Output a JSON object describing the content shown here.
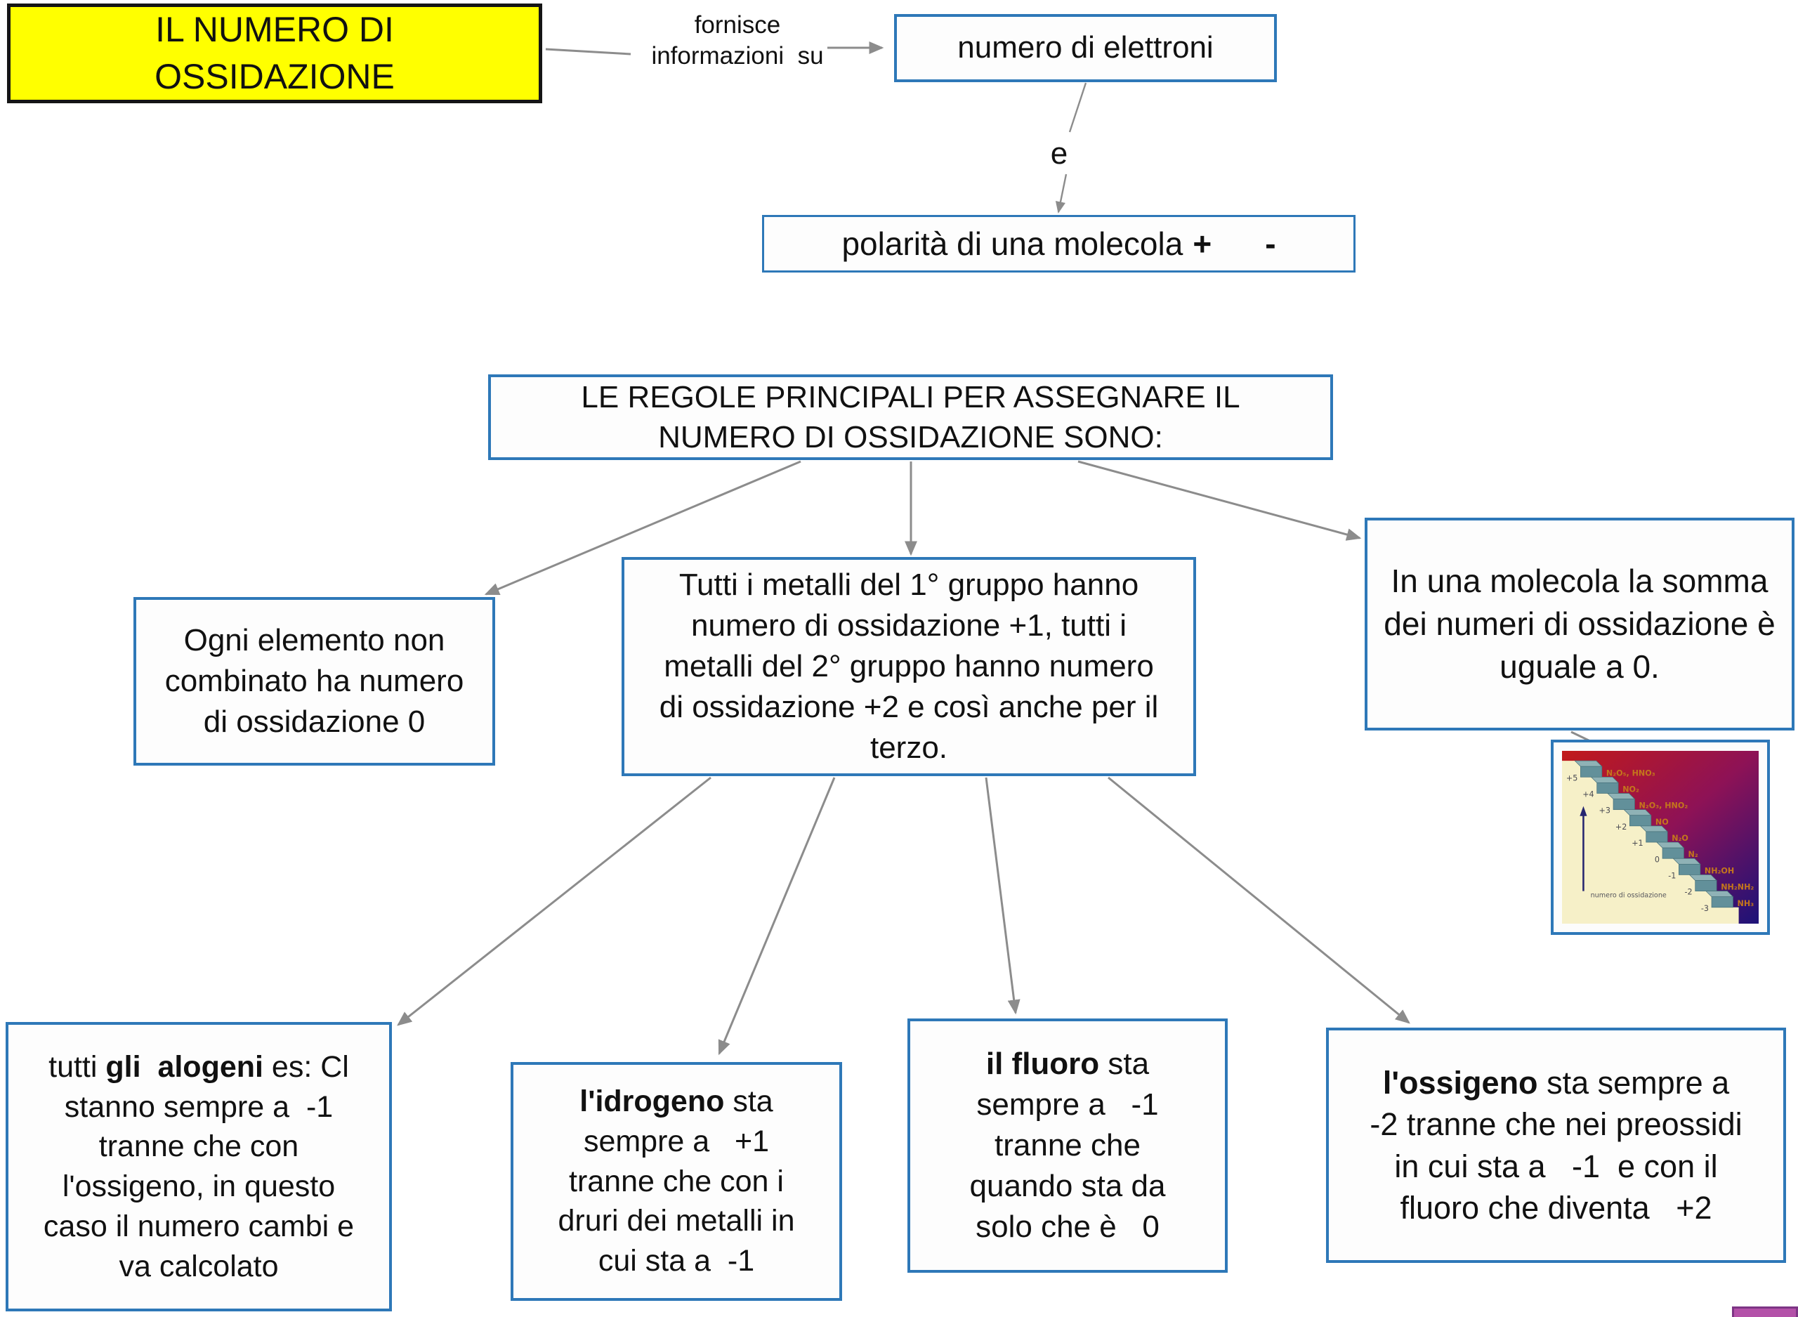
{
  "map": {
    "title": "IL NUMERO DI\nOSSIDAZIONE",
    "labels": {
      "fornisce": "fornisce\ninformazioni  su",
      "e": "e"
    },
    "nodes": {
      "elettroni": "numero di elettroni",
      "polarita": {
        "text": "polarità di una molecola",
        "plus": "+",
        "minus": "-"
      },
      "regole": "LE REGOLE PRINCIPALI PER ASSEGNARE IL\nNUMERO DI OSSIDAZIONE SONO:",
      "elemento": "Ogni elemento non\ncombinato ha numero\ndi ossidazione 0",
      "metalli": "Tutti i metalli del 1° gruppo hanno\nnumero di ossidazione +1, tutti i\nmetalli del 2° gruppo hanno numero\ndi ossidazione +2 e così anche per il\nterzo.",
      "somma": "In una molecola la somma\ndei numeri di ossidazione è\nuguale a 0.",
      "alogeni": {
        "pre": "tutti ",
        "bold": "gli  alogeni",
        "post": " es: Cl\nstanno sempre a  -1\ntranne che con\nl'ossigeno, in questo\ncaso il numero cambi e\nva calcolato"
      },
      "idrogeno": {
        "bold": "l'idrogeno",
        "post": " sta\nsempre a   +1\ntranne che con i\ndruri dei metalli in\ncui sta a  -1"
      },
      "fluoro": {
        "bold": "il fluoro",
        "post": " sta\nsempre a   -1\ntranne che\nquando sta da\nsolo che è   0"
      },
      "ossigeno": {
        "bold": "l'ossigeno",
        "post": " sta sempre a\n-2 tranne che nei preossidi\nin cui sta a   -1  e con il\nfluoro che diventa   +2"
      }
    },
    "stairs": {
      "caption": "numero di ossidazione",
      "levels": [
        {
          "n": "+5",
          "compound": "N₂O₅, HNO₃"
        },
        {
          "n": "+4",
          "compound": "NO₂"
        },
        {
          "n": "+3",
          "compound": "N₂O₃, HNO₂"
        },
        {
          "n": "+2",
          "compound": "NO"
        },
        {
          "n": "+1",
          "compound": "N₂O"
        },
        {
          "n": "0",
          "compound": "N₂"
        },
        {
          "n": "-1",
          "compound": "NH₂OH"
        },
        {
          "n": "-2",
          "compound": "NH₂NH₂"
        },
        {
          "n": "-3",
          "compound": "NH₃"
        }
      ]
    },
    "colors": {
      "node_border": "#2e78b8",
      "highlight": "#ffff00",
      "connector": "#8c8c8c",
      "corner_fill": "#b351a8",
      "corner_border": "#7d3585",
      "stair_compound": "#c4761c",
      "stair_block": "#62909a"
    }
  }
}
